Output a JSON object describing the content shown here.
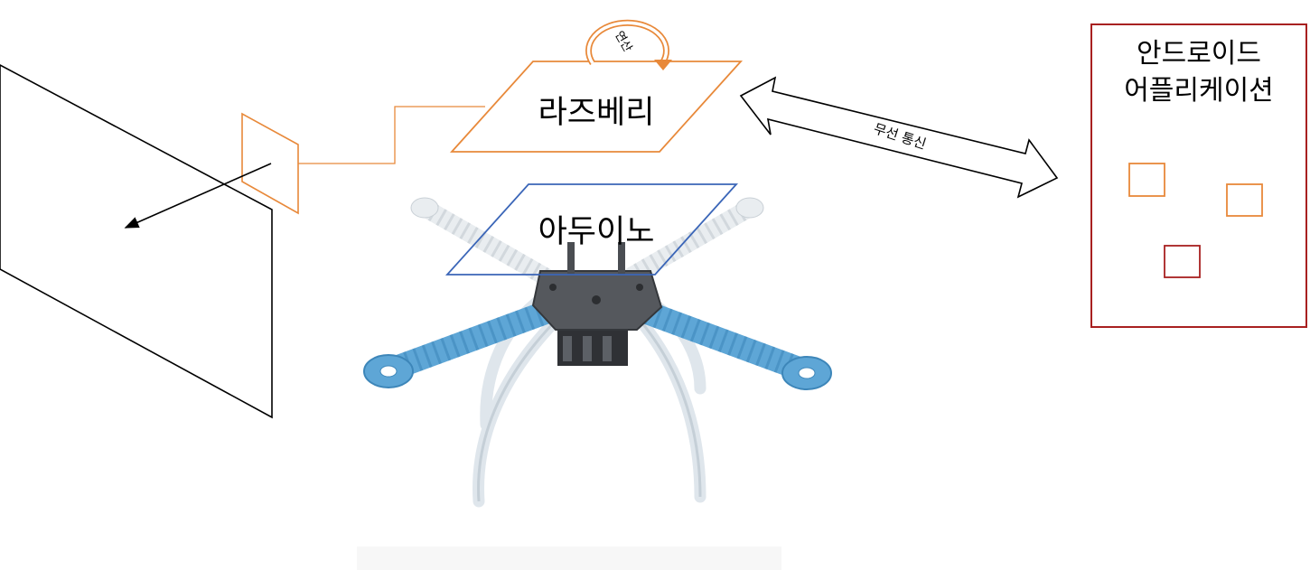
{
  "labels": {
    "raspberry": "라즈베리",
    "arduino": "아두이노",
    "compute": "연산",
    "wireless": "무선 통신",
    "app_line1": "안드로이드",
    "app_line2": "어플리케이션"
  },
  "colors": {
    "raspberry": "#e8893a",
    "arduino": "#3b66b8",
    "app": "#a82020",
    "projection": "#000000",
    "arm_blue": "#5ea6d6",
    "arm_white": "#eef1f4",
    "body_dark": "#55585d",
    "legs": "#dde5ec"
  },
  "icons": {
    "drone": "quadcopter-frame-photo",
    "cycle": "circular-arrow-icon",
    "link": "double-headed-arrow-icon"
  }
}
